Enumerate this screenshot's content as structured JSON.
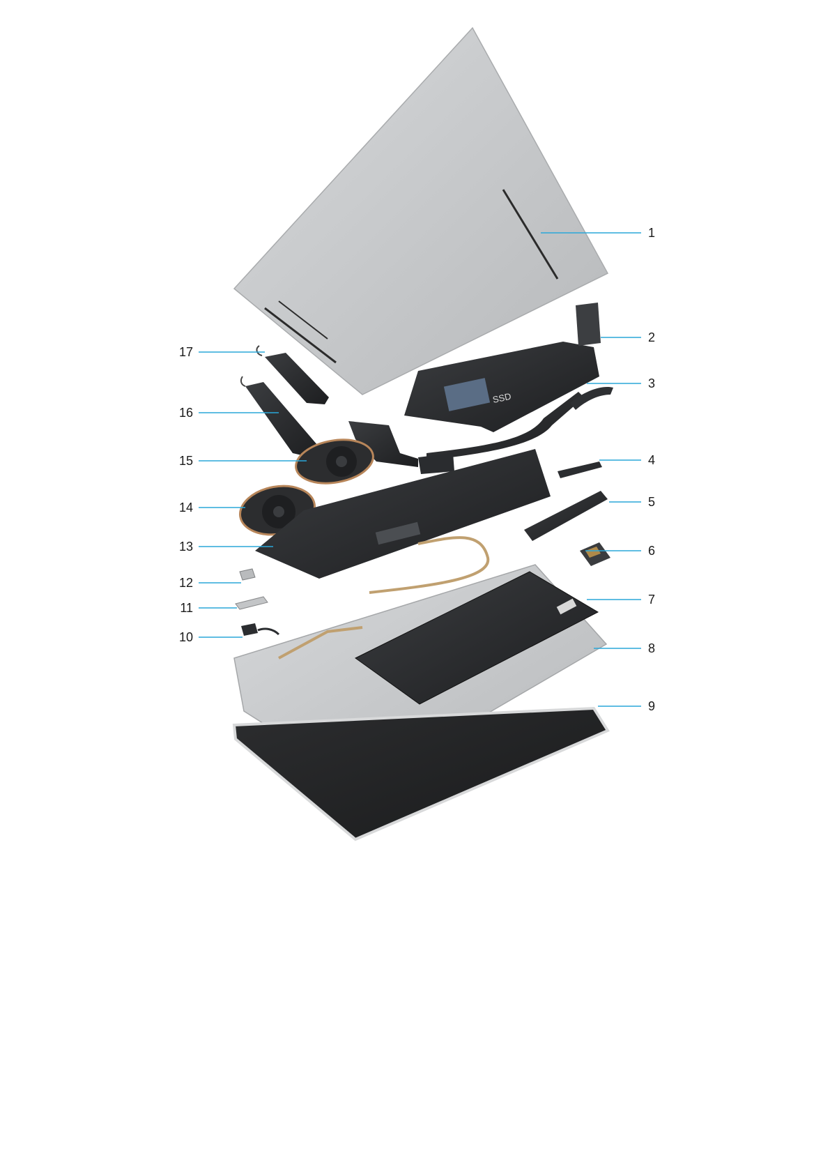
{
  "diagram": {
    "colors": {
      "leader": "#2aa7d9",
      "metal": "#c9cbcd",
      "dark_part": "#2a2b2d",
      "board": "#3a3d40",
      "copper": "#b8865a"
    },
    "callouts": [
      {
        "id": 1,
        "label": "1"
      },
      {
        "id": 2,
        "label": "2"
      },
      {
        "id": 3,
        "label": "3"
      },
      {
        "id": 4,
        "label": "4"
      },
      {
        "id": 5,
        "label": "5"
      },
      {
        "id": 6,
        "label": "6"
      },
      {
        "id": 7,
        "label": "7"
      },
      {
        "id": 8,
        "label": "8"
      },
      {
        "id": 9,
        "label": "9"
      },
      {
        "id": 10,
        "label": "10"
      },
      {
        "id": 11,
        "label": "11"
      },
      {
        "id": 12,
        "label": "12"
      },
      {
        "id": 13,
        "label": "13"
      },
      {
        "id": 14,
        "label": "14"
      },
      {
        "id": 15,
        "label": "15"
      },
      {
        "id": 16,
        "label": "16"
      },
      {
        "id": 17,
        "label": "17"
      }
    ],
    "board_text": "SSD"
  }
}
